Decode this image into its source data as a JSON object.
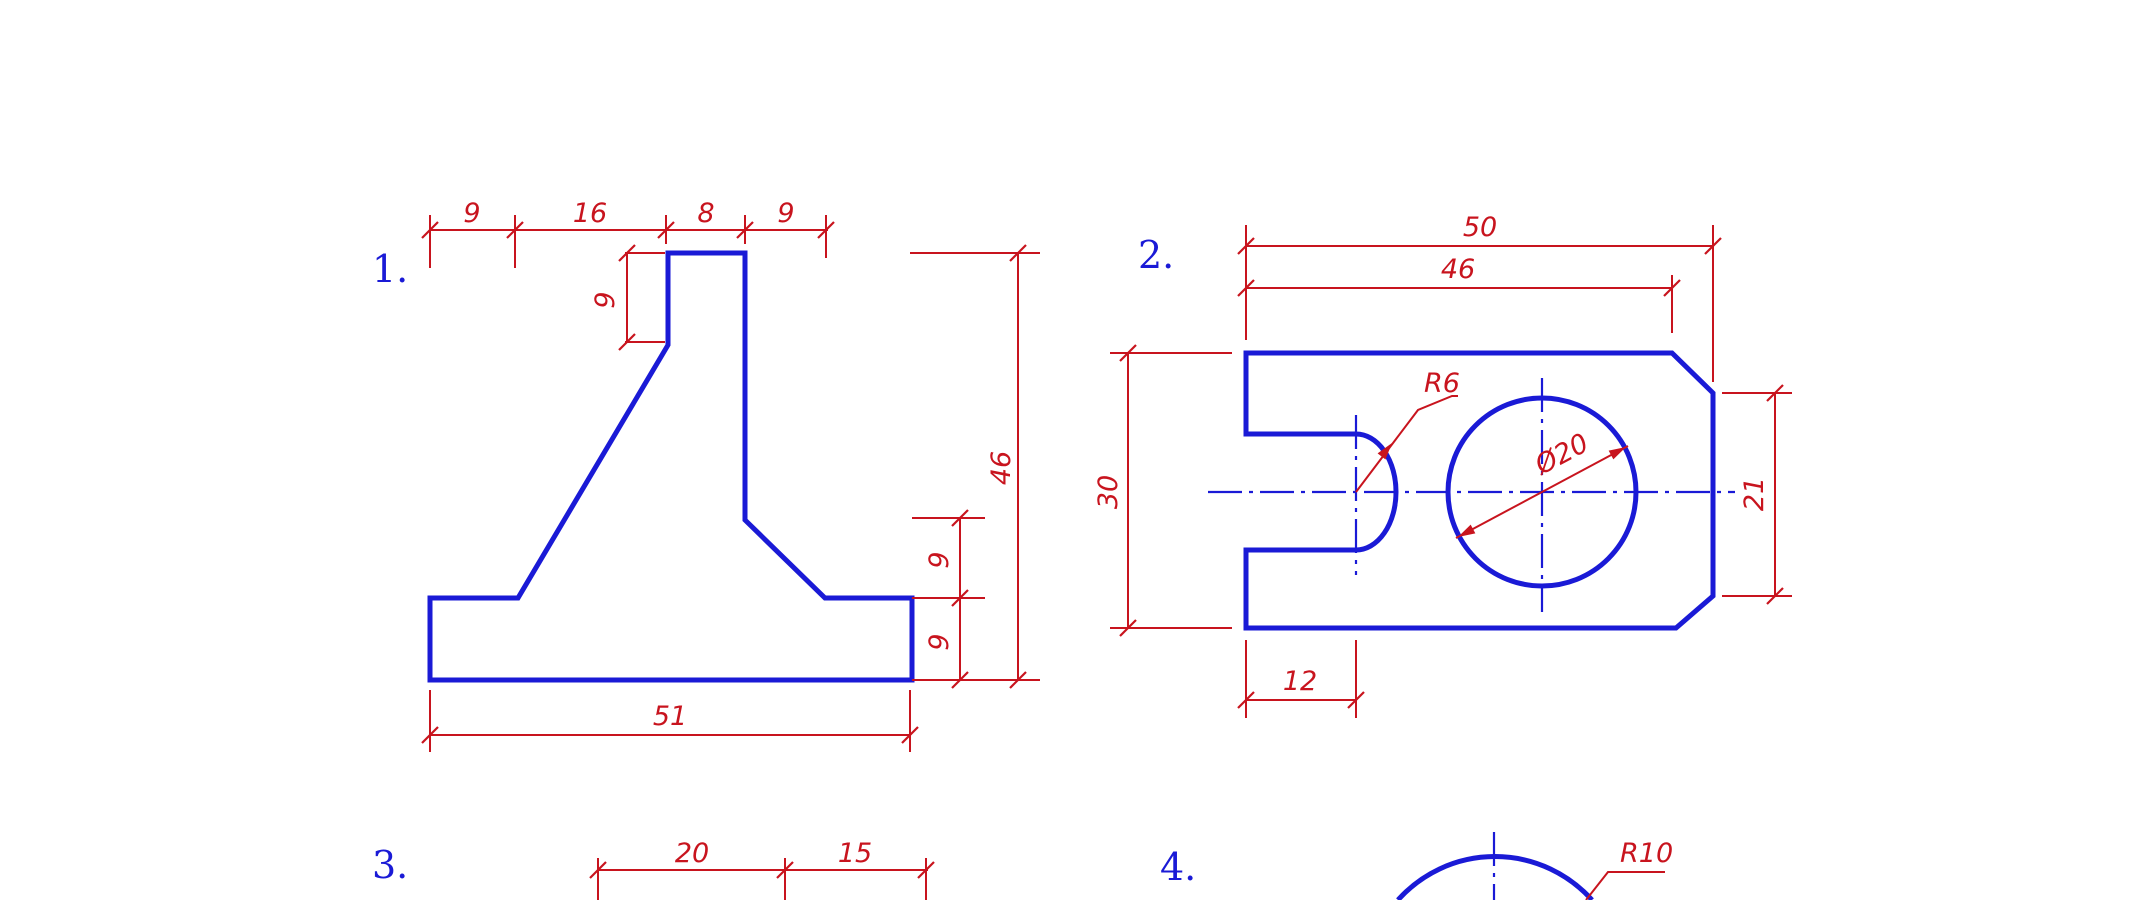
{
  "problems": [
    {
      "label": "1.",
      "dimensions": {
        "top_segments": [
          "9",
          "16",
          "8",
          "9"
        ],
        "stem_height": "9",
        "overall_height": "46",
        "step_upper": "9",
        "step_lower": "9",
        "overall_width": "51"
      }
    },
    {
      "label": "2.",
      "dimensions": {
        "overall_width": "50",
        "top_width": "46",
        "height": "30",
        "right_height": "21",
        "slot_radius": "R6",
        "hole_diameter": "Ø20",
        "slot_offset": "12"
      }
    },
    {
      "label": "3.",
      "dimensions": {
        "left": "20",
        "right": "15"
      }
    },
    {
      "label": "4.",
      "dimensions": {
        "radius": "R10"
      }
    }
  ],
  "colors": {
    "outline": "#1a1ad6",
    "dimension": "#c8141e",
    "background": "#ffffff"
  }
}
